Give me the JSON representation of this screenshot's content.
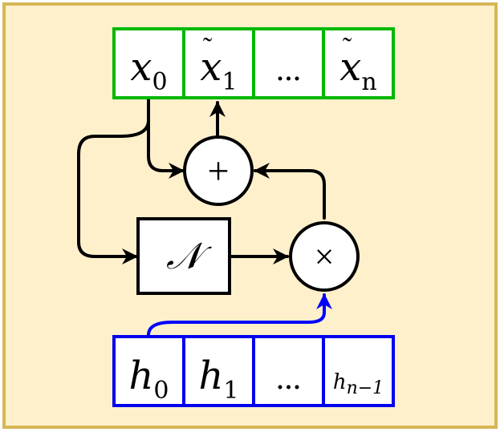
{
  "colors": {
    "panel_fill": "#fff0cc",
    "panel_border": "#d6b656",
    "output_border": "#00b800",
    "hidden_border": "#0000ee",
    "stroke": "#000000",
    "hidden_arrow": "#0000ff"
  },
  "output_row": {
    "cells": [
      {
        "base": "x",
        "tilde": false,
        "sub": "0"
      },
      {
        "base": "x",
        "tilde": true,
        "sub": "1"
      },
      {
        "text": "..."
      },
      {
        "base": "x",
        "tilde": true,
        "sub": "n"
      }
    ]
  },
  "hidden_row": {
    "cells": [
      {
        "base": "h",
        "sub": "0"
      },
      {
        "base": "h",
        "sub": "1"
      },
      {
        "text": "..."
      },
      {
        "base": "h",
        "sub": "n−1"
      }
    ]
  },
  "ops": {
    "add_symbol": "+",
    "mul_symbol": "×",
    "noise_symbol": "𝒩"
  },
  "icons": [
    "plus-circle",
    "times-circle",
    "arrow-head"
  ]
}
